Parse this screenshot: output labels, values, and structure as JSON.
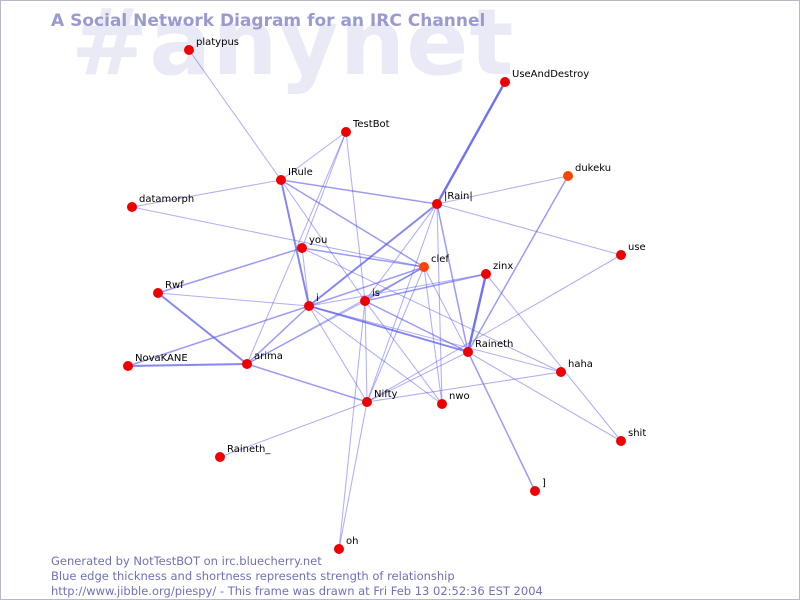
{
  "watermark": "#anynet",
  "title": "A Social Network Diagram for an IRC Channel",
  "footer": {
    "line1": "Generated by NotTestBOT on irc.bluecherry.net",
    "line2": "Blue edge thickness and shortness represents strength of relationship",
    "line3": "http://www.jibble.org/piespy/ - This frame was drawn at Fri Feb 13 02:52:36 EST 2004"
  },
  "colors": {
    "node": "#ee0000",
    "node_highlight": "#ff4400",
    "edge": "#5555ee",
    "title": "#9a9ad2",
    "watermark": "#eaeaf6",
    "footer": "#7070b8"
  },
  "nodes": [
    {
      "id": "platypus",
      "label": "platypus"
    },
    {
      "id": "UseAndDestroy",
      "label": "UseAndDestroy"
    },
    {
      "id": "TestBot",
      "label": "TestBot"
    },
    {
      "id": "IRule",
      "label": "IRule"
    },
    {
      "id": "dukeku",
      "label": "dukeku",
      "highlight": true
    },
    {
      "id": "datamorph",
      "label": "datamorph"
    },
    {
      "id": "Rain",
      "label": "|Rain|"
    },
    {
      "id": "you",
      "label": "you"
    },
    {
      "id": "use",
      "label": "use"
    },
    {
      "id": "clef",
      "label": "clef",
      "highlight": true
    },
    {
      "id": "zinx",
      "label": "zinx"
    },
    {
      "id": "Rwf",
      "label": "Rwf"
    },
    {
      "id": "is",
      "label": "is"
    },
    {
      "id": "i",
      "label": "i"
    },
    {
      "id": "Raineth",
      "label": "Raineth"
    },
    {
      "id": "NovaKANE",
      "label": "NovaKANE"
    },
    {
      "id": "arima",
      "label": "arima"
    },
    {
      "id": "haha",
      "label": "haha"
    },
    {
      "id": "Nifty",
      "label": "Nifty"
    },
    {
      "id": "nwo",
      "label": "nwo"
    },
    {
      "id": "shit",
      "label": "shit"
    },
    {
      "id": "Raineth_",
      "label": "Raineth_"
    },
    {
      "id": "bracket",
      "label": "]"
    },
    {
      "id": "oh",
      "label": "oh"
    }
  ],
  "edges": [
    {
      "from": "platypus",
      "to": "IRule",
      "weight": 1
    },
    {
      "from": "UseAndDestroy",
      "to": "Rain",
      "weight": 4
    },
    {
      "from": "TestBot",
      "to": "IRule",
      "weight": 1
    },
    {
      "from": "TestBot",
      "to": "you",
      "weight": 1
    },
    {
      "from": "TestBot",
      "to": "is",
      "weight": 1
    },
    {
      "from": "TestBot",
      "to": "arima",
      "weight": 1
    },
    {
      "from": "datamorph",
      "to": "IRule",
      "weight": 1
    },
    {
      "from": "datamorph",
      "to": "clef",
      "weight": 1
    },
    {
      "from": "IRule",
      "to": "Rain",
      "weight": 2
    },
    {
      "from": "IRule",
      "to": "i",
      "weight": 3
    },
    {
      "from": "IRule",
      "to": "clef",
      "weight": 2
    },
    {
      "from": "IRule",
      "to": "is",
      "weight": 1
    },
    {
      "from": "dukeku",
      "to": "Rain",
      "weight": 1
    },
    {
      "from": "dukeku",
      "to": "Raineth",
      "weight": 2
    },
    {
      "from": "Rain",
      "to": "i",
      "weight": 3
    },
    {
      "from": "Rain",
      "to": "Raineth",
      "weight": 2
    },
    {
      "from": "Rain",
      "to": "use",
      "weight": 1
    },
    {
      "from": "Rain",
      "to": "nwo",
      "weight": 1
    },
    {
      "from": "Rain",
      "to": "Nifty",
      "weight": 1
    },
    {
      "from": "Rain",
      "to": "is",
      "weight": 1
    },
    {
      "from": "you",
      "to": "Rwf",
      "weight": 2
    },
    {
      "from": "you",
      "to": "clef",
      "weight": 2
    },
    {
      "from": "you",
      "to": "i",
      "weight": 1
    },
    {
      "from": "you",
      "to": "haha",
      "weight": 1
    },
    {
      "from": "clef",
      "to": "i",
      "weight": 2
    },
    {
      "from": "clef",
      "to": "is",
      "weight": 2
    },
    {
      "from": "clef",
      "to": "Raineth",
      "weight": 1
    },
    {
      "from": "clef",
      "to": "nwo",
      "weight": 1
    },
    {
      "from": "clef",
      "to": "Nifty",
      "weight": 1
    },
    {
      "from": "clef",
      "to": "arima",
      "weight": 1
    },
    {
      "from": "zinx",
      "to": "Raineth",
      "weight": 4
    },
    {
      "from": "zinx",
      "to": "is",
      "weight": 2
    },
    {
      "from": "zinx",
      "to": "i",
      "weight": 1
    },
    {
      "from": "zinx",
      "to": "shit",
      "weight": 1
    },
    {
      "from": "use",
      "to": "Nifty",
      "weight": 1
    },
    {
      "from": "Rwf",
      "to": "arima",
      "weight": 3
    },
    {
      "from": "Rwf",
      "to": "i",
      "weight": 1
    },
    {
      "from": "i",
      "to": "Raineth",
      "weight": 3
    },
    {
      "from": "i",
      "to": "NovaKANE",
      "weight": 2
    },
    {
      "from": "i",
      "to": "arima",
      "weight": 2
    },
    {
      "from": "i",
      "to": "Nifty",
      "weight": 1
    },
    {
      "from": "i",
      "to": "nwo",
      "weight": 1
    },
    {
      "from": "i",
      "to": "haha",
      "weight": 1
    },
    {
      "from": "is",
      "to": "Raineth",
      "weight": 2
    },
    {
      "from": "is",
      "to": "nwo",
      "weight": 1
    },
    {
      "from": "is",
      "to": "arima",
      "weight": 1
    },
    {
      "from": "is",
      "to": "Nifty",
      "weight": 1
    },
    {
      "from": "is",
      "to": "oh",
      "weight": 1
    },
    {
      "from": "Raineth",
      "to": "bracket",
      "weight": 2
    },
    {
      "from": "Raineth",
      "to": "Nifty",
      "weight": 1
    },
    {
      "from": "Raineth",
      "to": "shit",
      "weight": 1
    },
    {
      "from": "NovaKANE",
      "to": "arima",
      "weight": 3
    },
    {
      "from": "arima",
      "to": "Nifty",
      "weight": 2
    },
    {
      "from": "Nifty",
      "to": "oh",
      "weight": 1
    },
    {
      "from": "Nifty",
      "to": "Raineth_",
      "weight": 1
    },
    {
      "from": "Nifty",
      "to": "haha",
      "weight": 1
    }
  ]
}
